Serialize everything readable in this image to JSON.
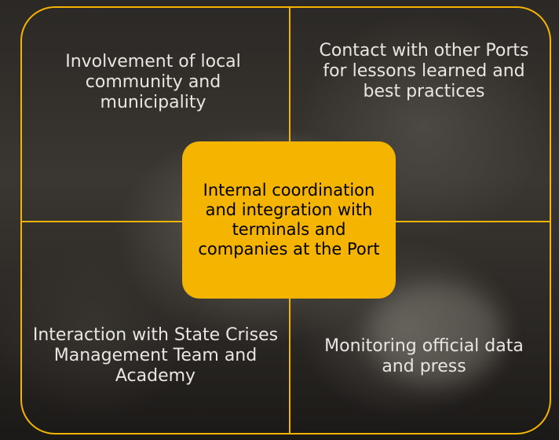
{
  "colors": {
    "accent": "#f5b400",
    "center_text": "#000000",
    "quadrant_text": "#e8e6e2"
  },
  "diagram": {
    "center": "Internal coordination and integration with terminals and companies at the Port",
    "quadrants": {
      "top_left": "Involvement of local community and municipality",
      "top_right": "Contact with other Ports for lessons learned and best practices",
      "bottom_left": "Interaction with State Crises Management Team and Academy",
      "bottom_right": "Monitoring official data and press"
    }
  }
}
